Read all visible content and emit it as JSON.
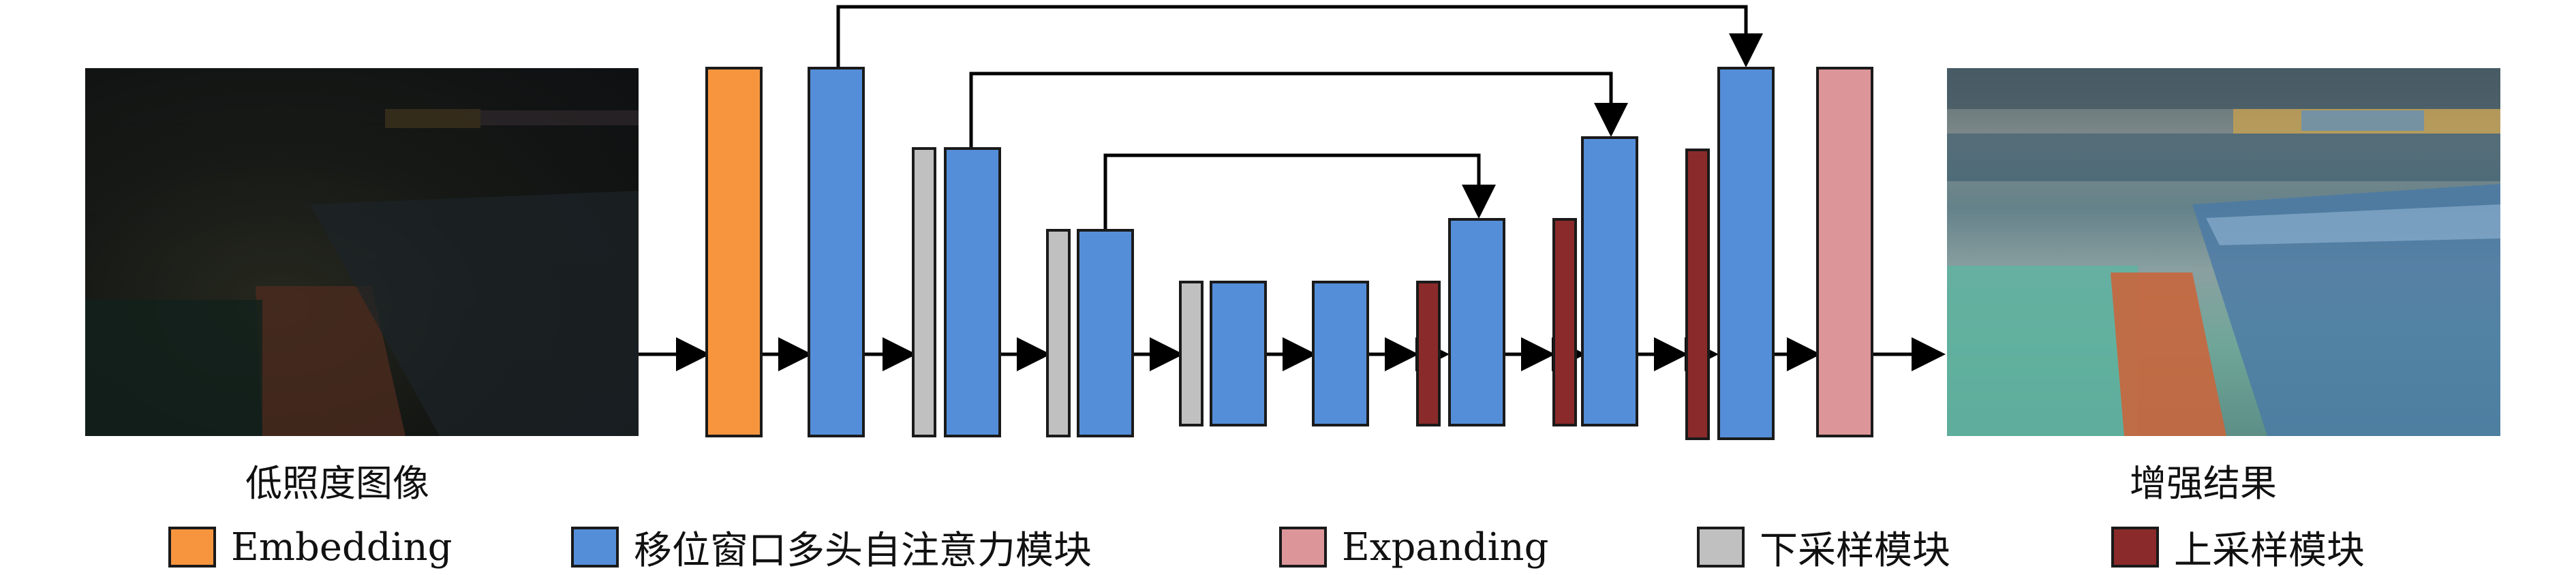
{
  "colors": {
    "embedding": "#f7953f",
    "swin_block": "#548ed9",
    "expanding": "#dc9699",
    "downsample": "#c0c0c0",
    "upsample": "#8b2a2a",
    "stroke": "#1a1a1a",
    "arrow": "#000000"
  },
  "input_image": {
    "caption": "低照度图像",
    "icon": "photo-dark-stadium"
  },
  "output_image": {
    "caption": "增强结果",
    "icon": "photo-enhanced-stadium"
  },
  "legend": [
    {
      "key": "embedding",
      "label": "Embedding"
    },
    {
      "key": "swin_block",
      "label": "移位窗口多头自注意力模块"
    },
    {
      "key": "expanding",
      "label": "Expanding"
    },
    {
      "key": "downsample",
      "label": "下采样模块"
    },
    {
      "key": "upsample",
      "label": "上采样模块"
    }
  ]
}
